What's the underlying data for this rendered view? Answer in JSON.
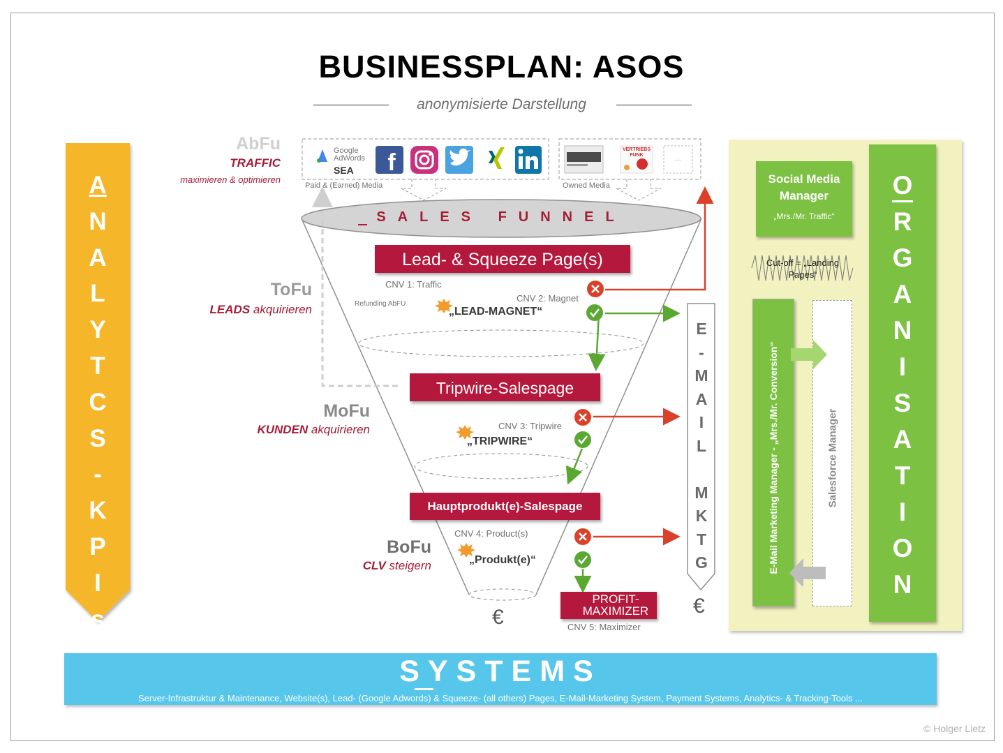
{
  "title": "BUSINESSPLAN: ASOS",
  "subtitle": "anonymisierte Darstellung",
  "copyright": "© Holger Lietz",
  "analytics": {
    "letters": [
      "A",
      "N",
      "A",
      "L",
      "Y",
      "T",
      "C",
      "S",
      "-",
      "K",
      "P",
      "I",
      "s"
    ],
    "color": "#f5b62a"
  },
  "organisation": {
    "letters": [
      "O",
      "R",
      "G",
      "A",
      "N",
      "I",
      "S",
      "A",
      "T",
      "I",
      "O",
      "N"
    ],
    "color": "#7dc143"
  },
  "email_column": {
    "letters": [
      "E",
      "-",
      "M",
      "A",
      "I",
      "L",
      "",
      "M",
      "K",
      "T",
      "G"
    ],
    "euro": "€"
  },
  "stages": {
    "abfu": {
      "abbr": "AbFu",
      "goal": "TRAFFIC",
      "sub": "maximieren & optimieren"
    },
    "tofu": {
      "abbr": "ToFu",
      "goal_bold": "LEADS",
      "goal_rest": " akquirieren"
    },
    "mofu": {
      "abbr": "MoFu",
      "goal_bold": "KUNDEN",
      "goal_rest": " akquirieren"
    },
    "bofu": {
      "abbr": "BoFu",
      "goal_bold": "CLV",
      "goal_rest": " steigern"
    }
  },
  "media": {
    "paid_label": "Paid & (Earned) Media",
    "owned_label": "Owned Media",
    "sea_label": "SEA",
    "adwords_text": "Google AdWords",
    "ellipsis": "...",
    "vertrieb_text": "VERTRIEBS FUNK"
  },
  "funnel": {
    "label": "SALES FUNNEL",
    "lead_page": "Lead- & Squeeze Page(s)",
    "tripwire_page": "Tripwire-Salespage",
    "main_page": "Hauptprodukt(e)-Salespage",
    "profit": "PROFIT-MAXIMIZER",
    "cnv1": "CNV 1: Traffic",
    "cnv2": "CNV 2: Magnet",
    "cnv3": "CNV 3: Tripwire",
    "cnv4": "CNV 4: Product(s)",
    "cnv5": "CNV 5: Maximizer",
    "refunding": "Refunding AbFU",
    "magnet_lead": "„LEAD-MAGNET“",
    "magnet_tripwire": "„TRIPWIRE“",
    "magnet_product": "„Produkt(e)“",
    "euro": "€"
  },
  "org_roles": {
    "social_title": "Social Media Manager",
    "social_sub": "„Mrs./Mr. Traffic“",
    "cutoff": "Cut-off = „Landing Pages“",
    "email_manager": "E-Mail Marketing Manager - „Mrs./Mr. Conversion“",
    "salesforce": "Salesforce Manager"
  },
  "systems": {
    "title": "SYSTEMS",
    "desc": "Server-Infrastruktur & Maintenance, Website(s), Lead- (Google Adwords) & Squeeze- (all others) Pages, E-Mail-Marketing System, Payment Systems, Analytics- & Tracking-Tools ..."
  }
}
